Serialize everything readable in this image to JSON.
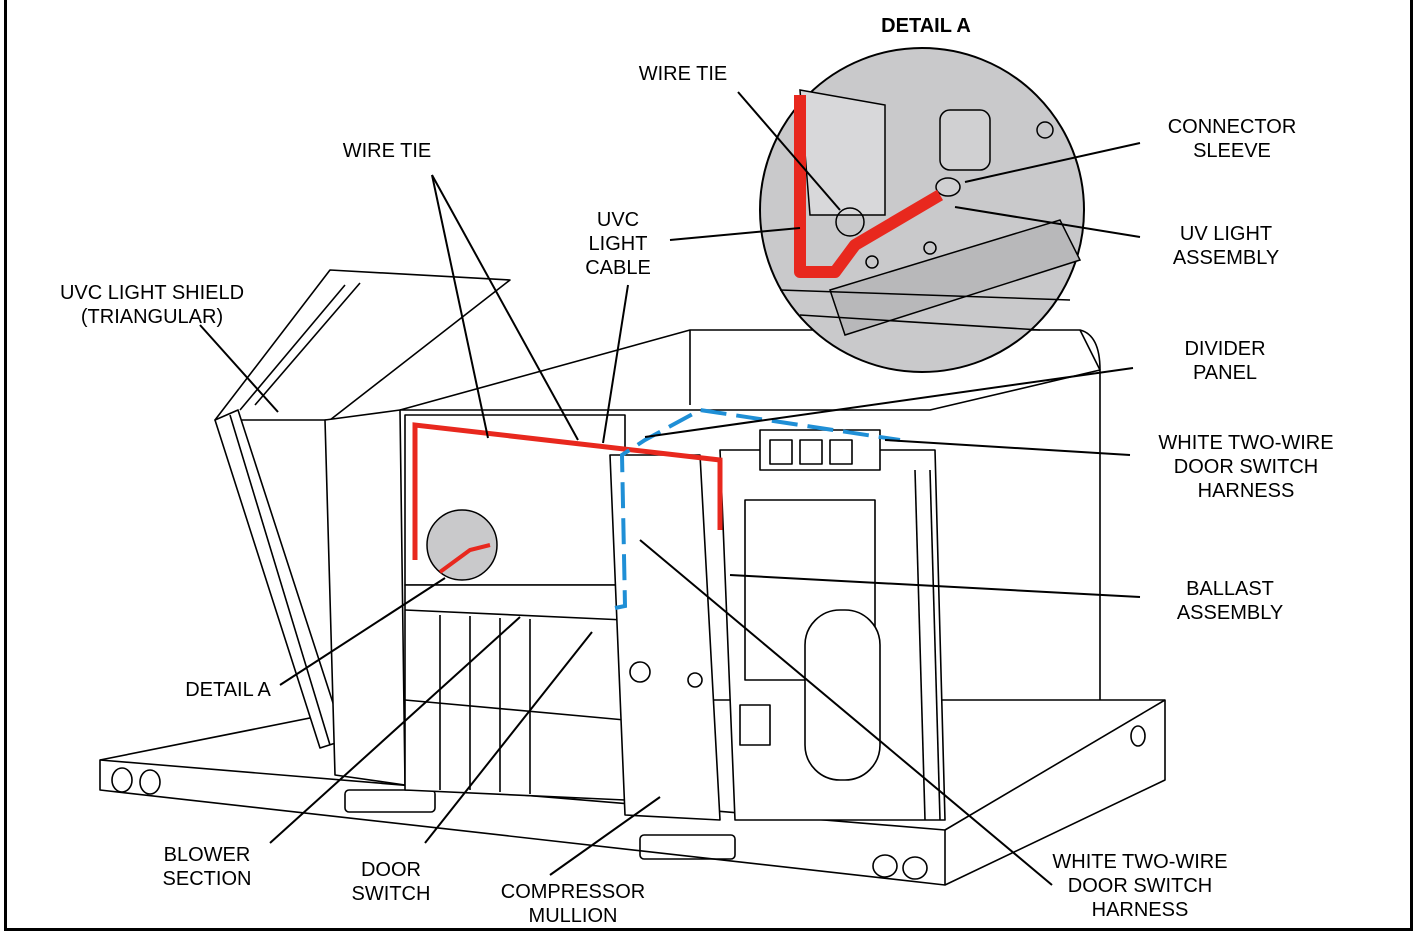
{
  "labels": {
    "detail_a_title": "DETAIL A",
    "wire_tie_detail": "WIRE TIE",
    "connector_sleeve": "CONNECTOR\nSLEEVE",
    "uv_light_assembly": "UV LIGHT\nASSEMBLY",
    "wire_tie_main": "WIRE TIE",
    "uvc_light_cable": "UVC\nLIGHT\nCABLE",
    "uvc_light_shield": "UVC LIGHT SHIELD\n(TRIANGULAR)",
    "divider_panel": "DIVIDER\nPANEL",
    "white_harness_upper": "WHITE TWO-WIRE\nDOOR SWITCH\nHARNESS",
    "ballast_assembly": "BALLAST\nASSEMBLY",
    "detail_a_callout": "DETAIL A",
    "blower_section": "BLOWER\nSECTION",
    "door_switch": "DOOR\nSWITCH",
    "compressor_mullion": "COMPRESSOR\nMULLION",
    "white_harness_lower": "WHITE TWO-WIRE\nDOOR SWITCH\nHARNESS"
  },
  "colors": {
    "uvc_cable": "#e8281e",
    "door_switch_harness": "#1f8fd6",
    "detail_fill": "#c9c9cb",
    "line": "#000000"
  }
}
